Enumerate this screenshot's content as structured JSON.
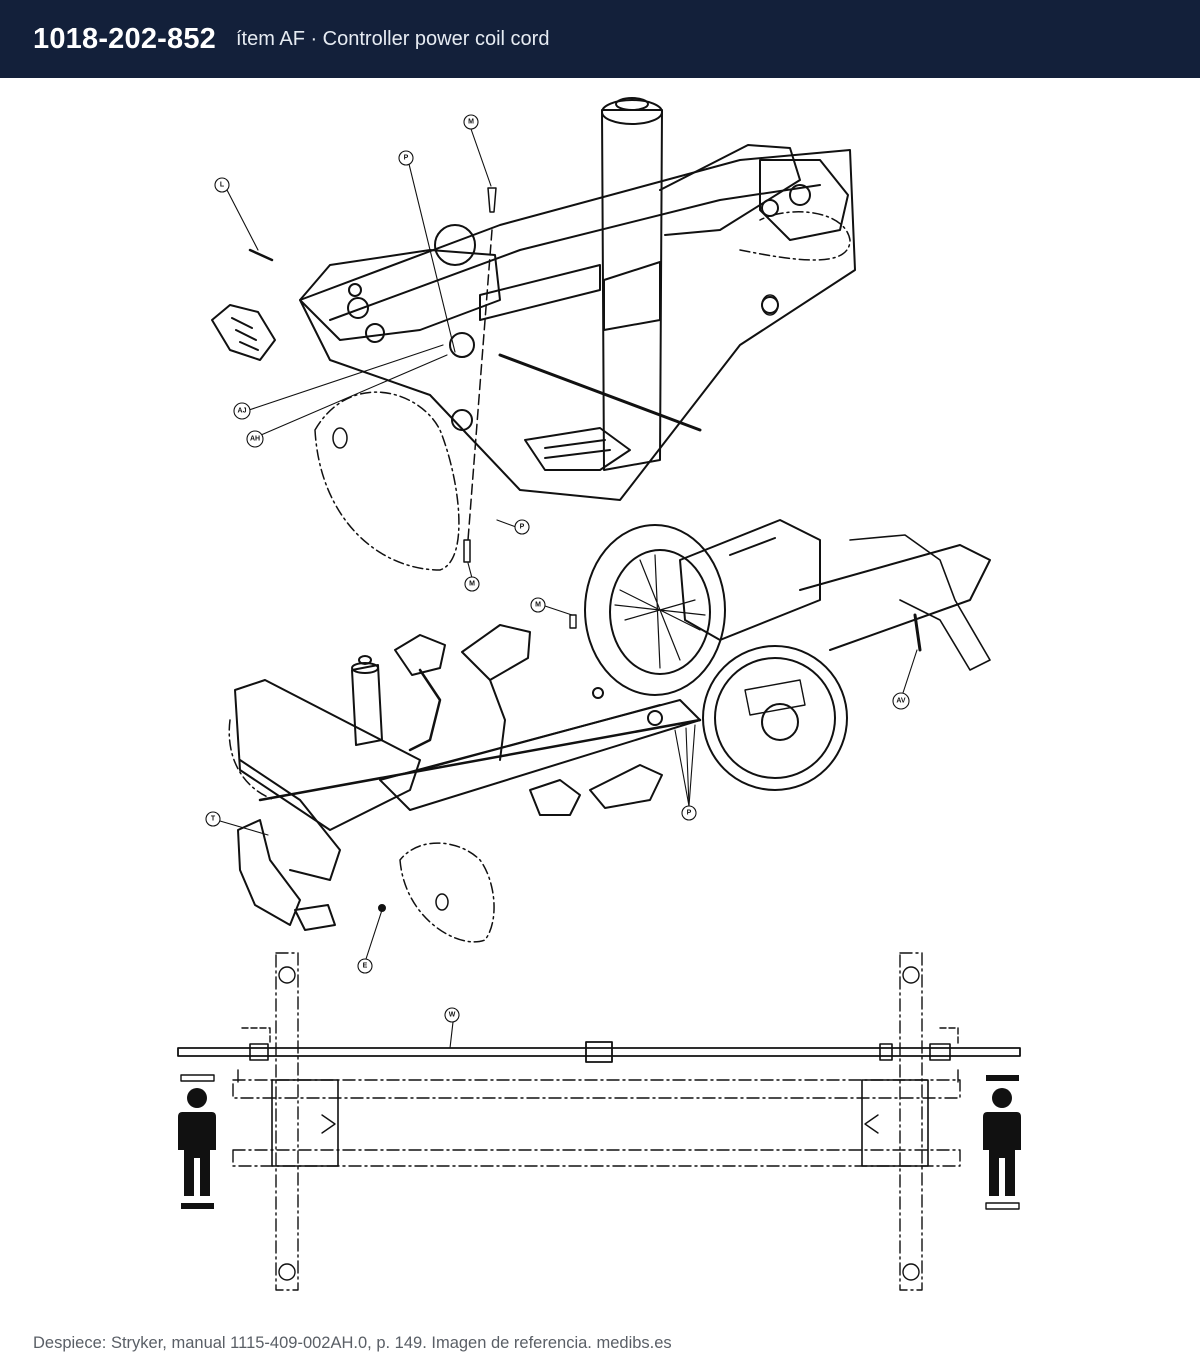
{
  "header": {
    "part_number": "1018-202-852",
    "item_description": "ítem AF · Controller power coil cord"
  },
  "diagram": {
    "callouts": [
      "L",
      "P",
      "M",
      "AJ",
      "AH",
      "P",
      "M",
      "M",
      "AV",
      "T",
      "P",
      "E",
      "W"
    ]
  },
  "footer": {
    "source": "Despiece: Stryker, manual 1115-409-002AH.0, p. 149. Imagen de referencia. medibs.es"
  },
  "colors": {
    "header_bg": "#13203a",
    "line": "#111111"
  }
}
